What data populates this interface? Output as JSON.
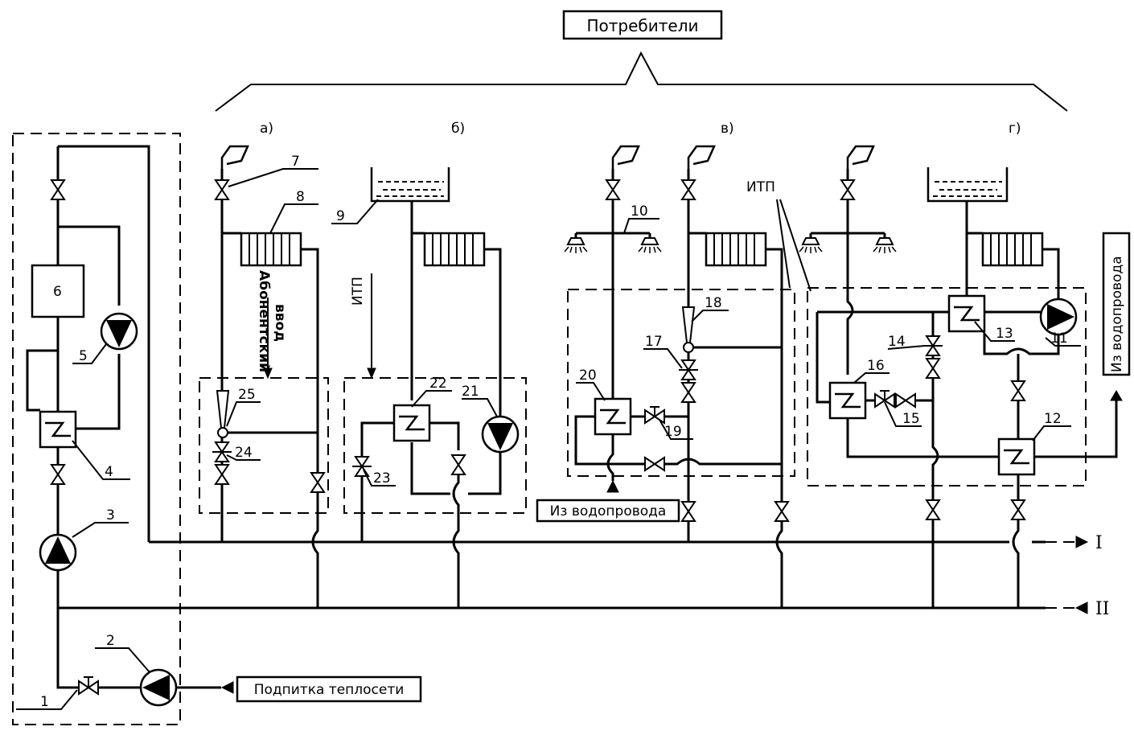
{
  "title": "Потребители",
  "makeup_label": "Подпитка теплосети",
  "water_supply_label": "Из водопровода",
  "water_supply_label_right": "Из водопровода",
  "subscriber_input": [
    "Абонентский",
    "ввод"
  ],
  "itp_label": "ИТП",
  "itp_label_v": "ИТП",
  "groups": {
    "a": "а)",
    "b": "б)",
    "v": "в)",
    "g": "г)"
  },
  "pipes": {
    "supply": "I",
    "return": "II"
  },
  "equipment_numbers": [
    "1",
    "2",
    "3",
    "4",
    "5",
    "6",
    "7",
    "8",
    "9",
    "10",
    "11",
    "12",
    "13",
    "14",
    "15",
    "16",
    "17",
    "18",
    "19",
    "20",
    "21",
    "22",
    "23",
    "24",
    "25"
  ]
}
